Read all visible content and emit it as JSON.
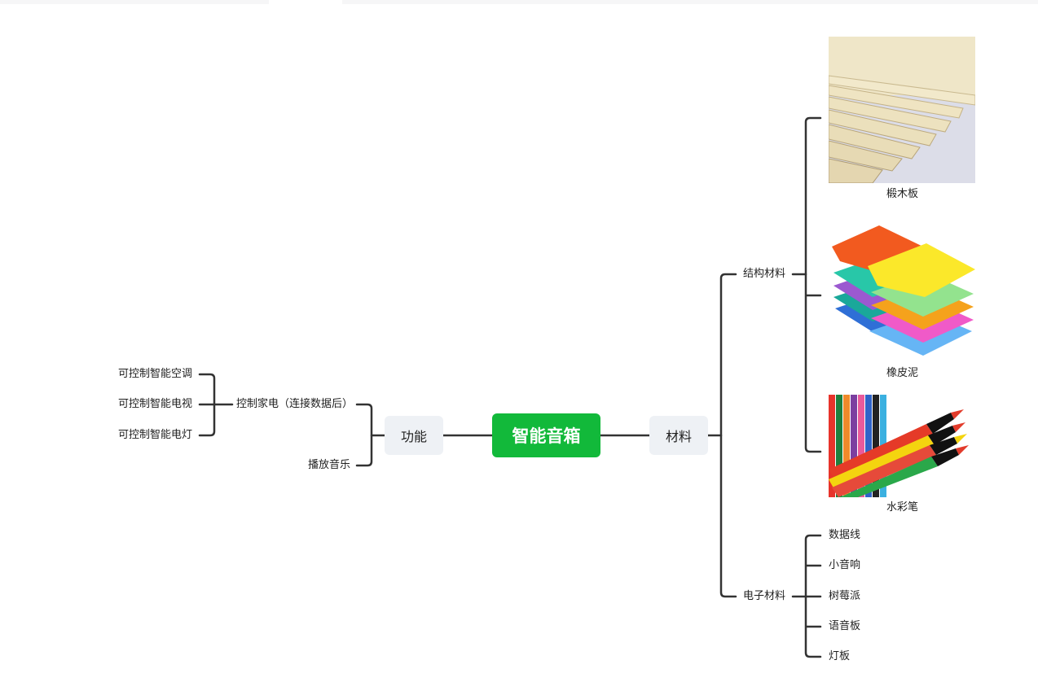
{
  "root": {
    "label": "智能音箱"
  },
  "function_branch": {
    "label": "功能",
    "children": [
      {
        "label": "控制家电（连接数据后）",
        "children": [
          "可控制智能空调",
          "可控制智能电视",
          "可控制智能电灯"
        ]
      },
      {
        "label": "播放音乐"
      }
    ]
  },
  "materials_branch": {
    "label": "材料",
    "structural": {
      "label": "结构材料",
      "items": [
        {
          "caption": "椴木板",
          "icon": "plywood-image"
        },
        {
          "caption": "橡皮泥",
          "icon": "clay-image"
        },
        {
          "caption": "水彩笔",
          "icon": "markers-image"
        }
      ]
    },
    "electronic": {
      "label": "电子材料",
      "items": [
        "数据线",
        "小音响",
        "树莓派",
        "语音板",
        "灯板"
      ]
    }
  },
  "colors": {
    "root_fill": "#12b93a",
    "branch_fill": "#eef1f5",
    "connector": "#333333"
  }
}
